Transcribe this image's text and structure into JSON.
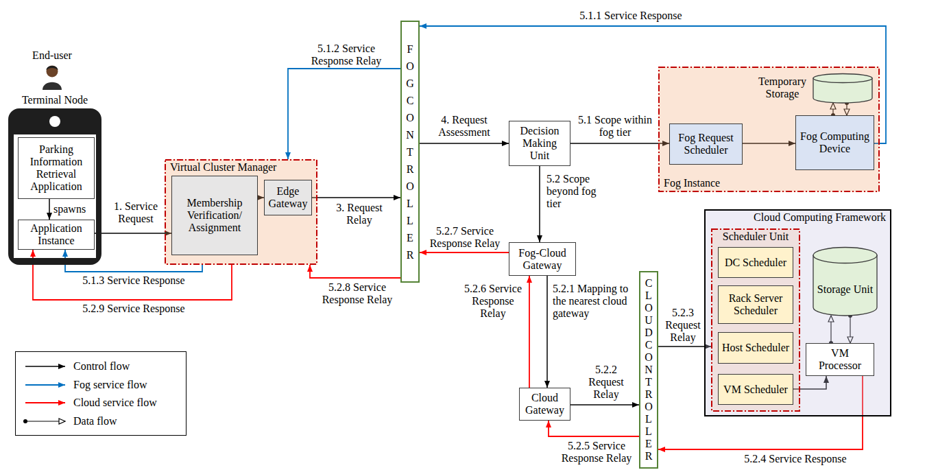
{
  "diagram": {
    "nodes": [
      {
        "text": [
          "Terminal Node"
        ]
      },
      {
        "text": [
          "Parking Information Retrieval Application"
        ],
        "in": 0
      },
      {
        "text": [
          "Application Instance"
        ],
        "in": 0
      },
      {
        "text": [
          "Virtual Cluster Manager"
        ]
      },
      {
        "text": [
          "Membership Verification/ Assignment"
        ],
        "in": 3
      },
      {
        "text": [
          "Edge Gateway"
        ],
        "in": 3
      },
      {
        "text": [
          "FOG CONTROLLER"
        ]
      },
      {
        "text": [
          "Decision Making Unit"
        ]
      },
      {
        "text": [
          "Fog Instance"
        ]
      },
      {
        "text": [
          "Temporary Storage"
        ],
        "in": 8
      },
      {
        "text": [
          "Fog Request Scheduler"
        ],
        "in": 8
      },
      {
        "text": [
          "Fog Computing Device"
        ],
        "in": 8
      },
      {
        "text": [
          "Fog-Cloud Gateway"
        ]
      },
      {
        "text": [
          "Cloud Gateway"
        ]
      },
      {
        "text": [
          "CLOUD CONTROLLER"
        ]
      },
      {
        "text": [
          "Cloud Computing Framework"
        ]
      },
      {
        "text": [
          "Scheduler Unit"
        ],
        "in": 15
      },
      {
        "text": [
          "DC Scheduler"
        ],
        "in": 16
      },
      {
        "text": [
          "Rack Server Scheduler"
        ],
        "in": 16
      },
      {
        "text": [
          "Host Scheduler"
        ],
        "in": 16
      },
      {
        "text": [
          "VM Scheduler"
        ],
        "in": 16
      },
      {
        "text": [
          "Storage Unit"
        ],
        "in": 15
      },
      {
        "text": [
          "VM Processor"
        ],
        "in": 15
      }
    ],
    "edges": [
      {
        "from": 1,
        "to": 2,
        "label": "spawns",
        "arrow": "to"
      },
      {
        "from": 2,
        "to": 4,
        "label": "1. Service Request",
        "arrow": "to"
      },
      {
        "from": 4,
        "to": 5,
        "arrow": "to"
      },
      {
        "from": 5,
        "to": 6,
        "label": "3. Request Relay",
        "arrow": "to"
      },
      {
        "from": 6,
        "to": 7,
        "label": "4. Request Assessment",
        "arrow": "to"
      },
      {
        "from": 7,
        "to": 10,
        "label": "5.1 Scope within fog tier",
        "arrow": "to"
      },
      {
        "from": 10,
        "to": 11,
        "arrow": "to"
      },
      {
        "from": 11,
        "to": 6,
        "label": "5.1.1 Service Response",
        "arrow": "to"
      },
      {
        "from": 6,
        "to": 3,
        "label": "5.1.2 Service Response Relay",
        "arrow": "to"
      },
      {
        "from": 3,
        "to": 2,
        "label": "5.1.3 Service Response",
        "arrow": "to"
      },
      {
        "from": 11,
        "to": 9,
        "arrow": "to"
      },
      {
        "from": 9,
        "to": 11,
        "arrow": "to"
      },
      {
        "from": 7,
        "to": 12,
        "label": "5.2 Scope beyond fog tier",
        "arrow": "to"
      },
      {
        "from": 12,
        "to": 13,
        "label": "5.2.1 Mapping to the nearest cloud gateway",
        "arrow": "to"
      },
      {
        "from": 13,
        "to": 14,
        "label": "5.2.2 Request Relay",
        "arrow": "to"
      },
      {
        "from": 14,
        "to": 16,
        "label": "5.2.3 Request Relay",
        "arrow": "to"
      },
      {
        "from": 20,
        "to": 22,
        "arrow": "to"
      },
      {
        "from": 22,
        "to": 21,
        "arrow": "to"
      },
      {
        "from": 21,
        "to": 22,
        "arrow": "to"
      },
      {
        "from": 22,
        "to": 14,
        "label": "5.2.4 Service Response",
        "arrow": "to"
      },
      {
        "from": 14,
        "to": 13,
        "label": "5.2.5 Service Response Relay",
        "arrow": "to"
      },
      {
        "from": 13,
        "to": 12,
        "label": "5.2.6 Service Response Relay",
        "arrow": "to"
      },
      {
        "from": 12,
        "to": 6,
        "label": "5.2.7 Service Response Relay",
        "arrow": "to"
      },
      {
        "from": 6,
        "to": 3,
        "label": "5.2.8 Service Response Relay",
        "arrow": "to"
      },
      {
        "from": 3,
        "to": 2,
        "label": "5.2.9 Service Response",
        "arrow": "to"
      }
    ],
    "labels": [
      "End-user"
    ],
    "legend": [
      {
        "text": "Control flow"
      },
      {
        "text": "Fog service flow"
      },
      {
        "text": "Cloud service flow"
      },
      {
        "text": "Data flow"
      }
    ]
  }
}
